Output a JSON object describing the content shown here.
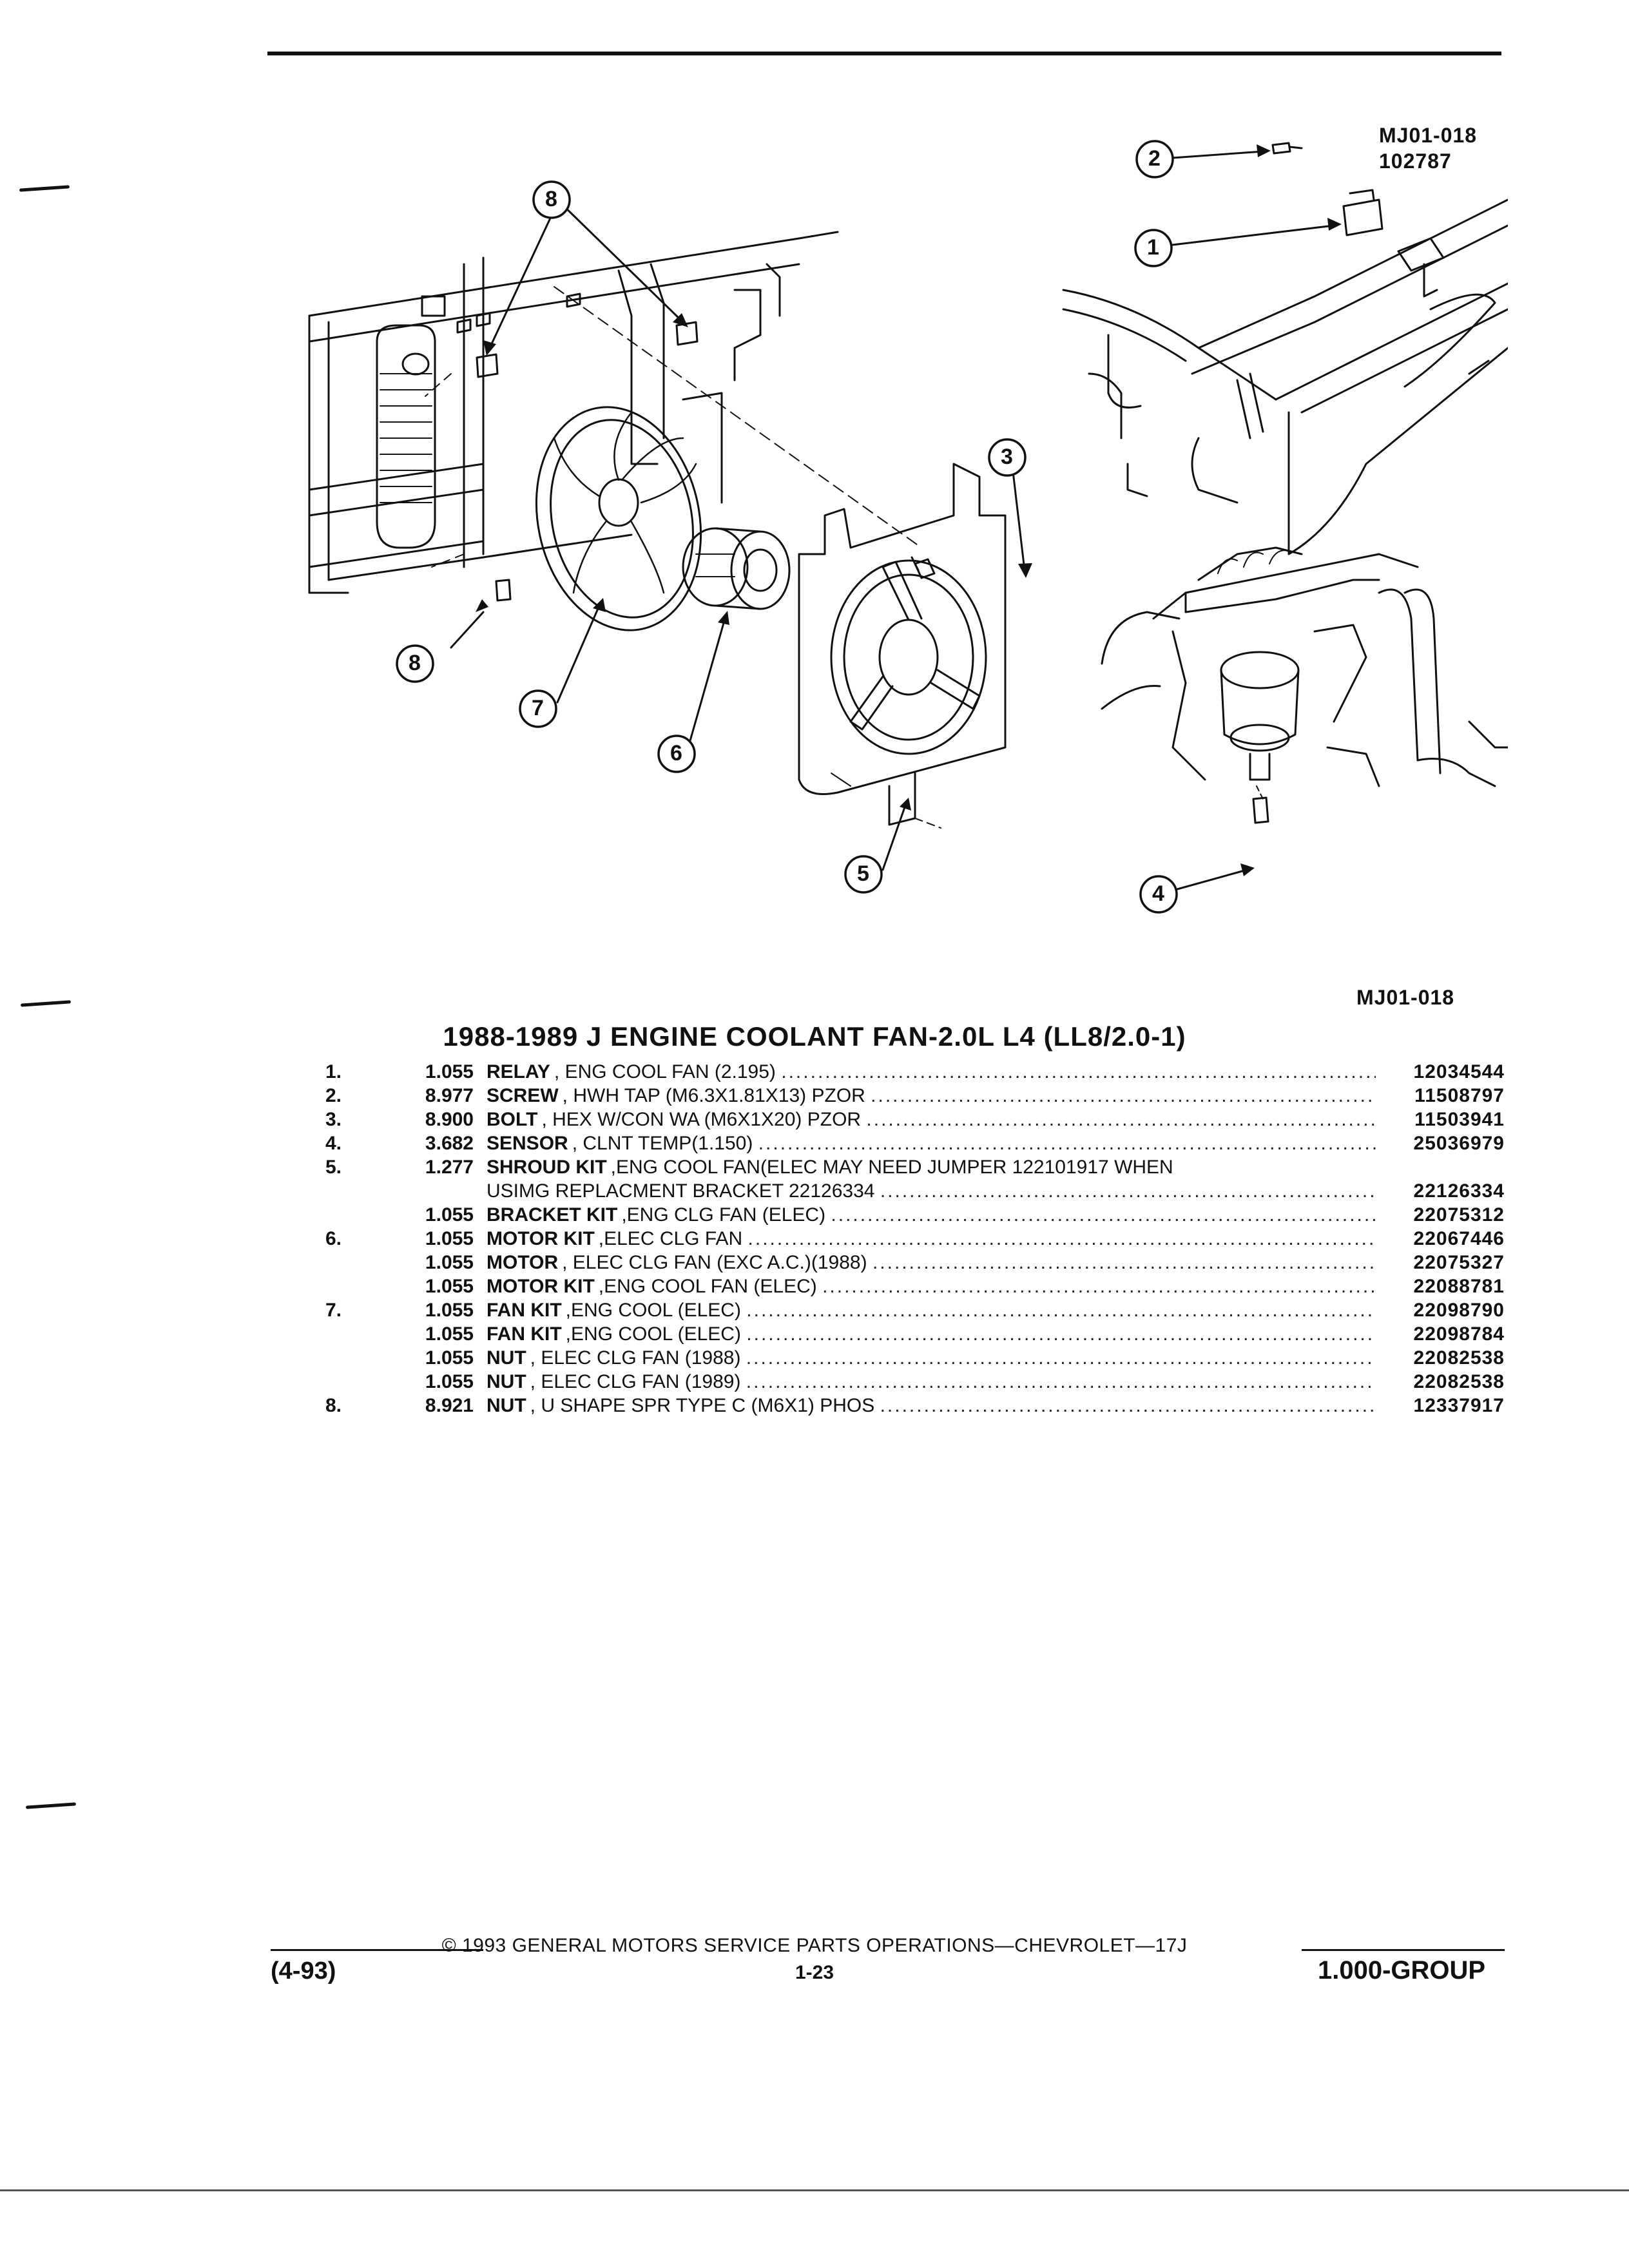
{
  "figure": {
    "code": "MJ01-018",
    "date_code": "102787",
    "caption": "MJ01-018",
    "callouts": [
      "1",
      "2",
      "3",
      "4",
      "5",
      "6",
      "7",
      "8"
    ]
  },
  "section_title": "1988-1989 J ENGINE COOLANT FAN-2.0L L4 (LL8/2.0-1)",
  "parts": [
    {
      "num": "1.",
      "qty": "1.055",
      "name": "RELAY",
      "desc": ", ENG COOL FAN (2.195)",
      "pn": "12034544"
    },
    {
      "num": "2.",
      "qty": "8.977",
      "name": "SCREW",
      "desc": ", HWH TAP (M6.3X1.81X13) PZOR",
      "pn": "11508797"
    },
    {
      "num": "3.",
      "qty": "8.900",
      "name": "BOLT",
      "desc": ", HEX W/CON WA (M6X1X20) PZOR",
      "pn": "11503941"
    },
    {
      "num": "4.",
      "qty": "3.682",
      "name": "SENSOR",
      "desc": ", CLNT TEMP(1.150)",
      "pn": "25036979"
    },
    {
      "num": "5.",
      "qty": "1.277",
      "name": "SHROUD KIT",
      "desc": ",ENG COOL FAN(ELEC MAY NEED JUMPER 122101917 WHEN",
      "pn": ""
    },
    {
      "num": "",
      "qty": "",
      "name": "",
      "desc": "USIMG REPLACMENT BRACKET 22126334",
      "pn": "22126334"
    },
    {
      "num": "",
      "qty": "1.055",
      "name": "BRACKET KIT",
      "desc": ",ENG CLG FAN (ELEC)",
      "pn": "22075312"
    },
    {
      "num": "6.",
      "qty": "1.055",
      "name": "MOTOR KIT",
      "desc": ",ELEC CLG FAN",
      "pn": "22067446"
    },
    {
      "num": "",
      "qty": "1.055",
      "name": "MOTOR",
      "desc": ", ELEC CLG FAN (EXC A.C.)(1988)",
      "pn": "22075327"
    },
    {
      "num": "",
      "qty": "1.055",
      "name": "MOTOR KIT",
      "desc": ",ENG COOL FAN (ELEC)",
      "pn": "22088781"
    },
    {
      "num": "7.",
      "qty": "1.055",
      "name": "FAN KIT",
      "desc": ",ENG COOL (ELEC)",
      "pn": "22098790"
    },
    {
      "num": "",
      "qty": "1.055",
      "name": "FAN KIT",
      "desc": ",ENG COOL (ELEC)",
      "pn": "22098784"
    },
    {
      "num": "",
      "qty": "1.055",
      "name": "NUT",
      "desc": ", ELEC CLG FAN (1988)",
      "pn": "22082538"
    },
    {
      "num": "",
      "qty": "1.055",
      "name": "NUT",
      "desc": ", ELEC CLG FAN (1989)",
      "pn": "22082538"
    },
    {
      "num": "8.",
      "qty": "8.921",
      "name": "NUT",
      "desc": ", U SHAPE SPR TYPE C (M6X1) PHOS",
      "pn": "12337917"
    }
  ],
  "footer": {
    "copyright": "© 1993 GENERAL MOTORS SERVICE PARTS OPERATIONS—CHEVROLET—17J",
    "revision": "(4-93)",
    "page": "1-23",
    "group": "1.000-GROUP"
  }
}
